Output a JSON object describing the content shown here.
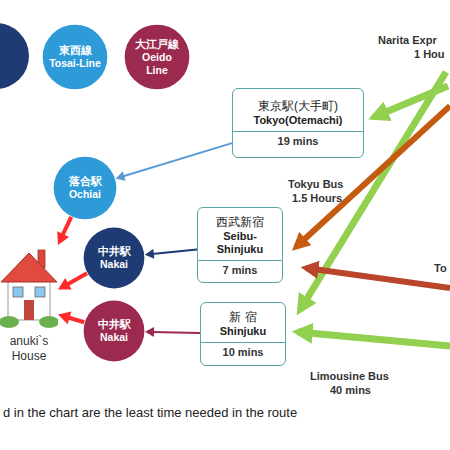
{
  "diagram": {
    "caption": "d in the chart are the least time needed in the route",
    "nodes": [
      {
        "text": [
          "東西線",
          "Tosai-Line"
        ]
      },
      {
        "text": [
          "大江戸線",
          "Oeido Line"
        ]
      },
      {
        "text": [
          "東京駅(大手町)",
          "Tokyo(Otemachi)",
          "19 mins"
        ]
      },
      {
        "text": [
          "落合駅",
          "Ochiai"
        ]
      },
      {
        "text": [
          "西武新宿",
          "Seibu-Shinjuku",
          "7 mins"
        ]
      },
      {
        "text": [
          "中井駅",
          "Nakai"
        ]
      },
      {
        "text": [
          "anuki`s House"
        ]
      },
      {
        "text": [
          "中井駅",
          "Nakai"
        ]
      },
      {
        "text": [
          "新 宿",
          "Shinjuku",
          "10 mins"
        ]
      }
    ],
    "edges": [
      {
        "from": 2,
        "to": 3,
        "arrow": "to"
      },
      {
        "from": 4,
        "to": 5,
        "arrow": "to"
      },
      {
        "from": 8,
        "to": 7,
        "arrow": "to"
      },
      {
        "from": 3,
        "to": 6,
        "arrow": "to"
      },
      {
        "from": 5,
        "to": 6,
        "arrow": "to"
      },
      {
        "from": 7,
        "to": 6,
        "arrow": "to"
      }
    ],
    "labels": [
      "Narita Expr",
      "1 Hou",
      "Tokyu Bus",
      "1.5 Hours",
      "To",
      "Limousine Bus",
      "40 mins"
    ]
  }
}
